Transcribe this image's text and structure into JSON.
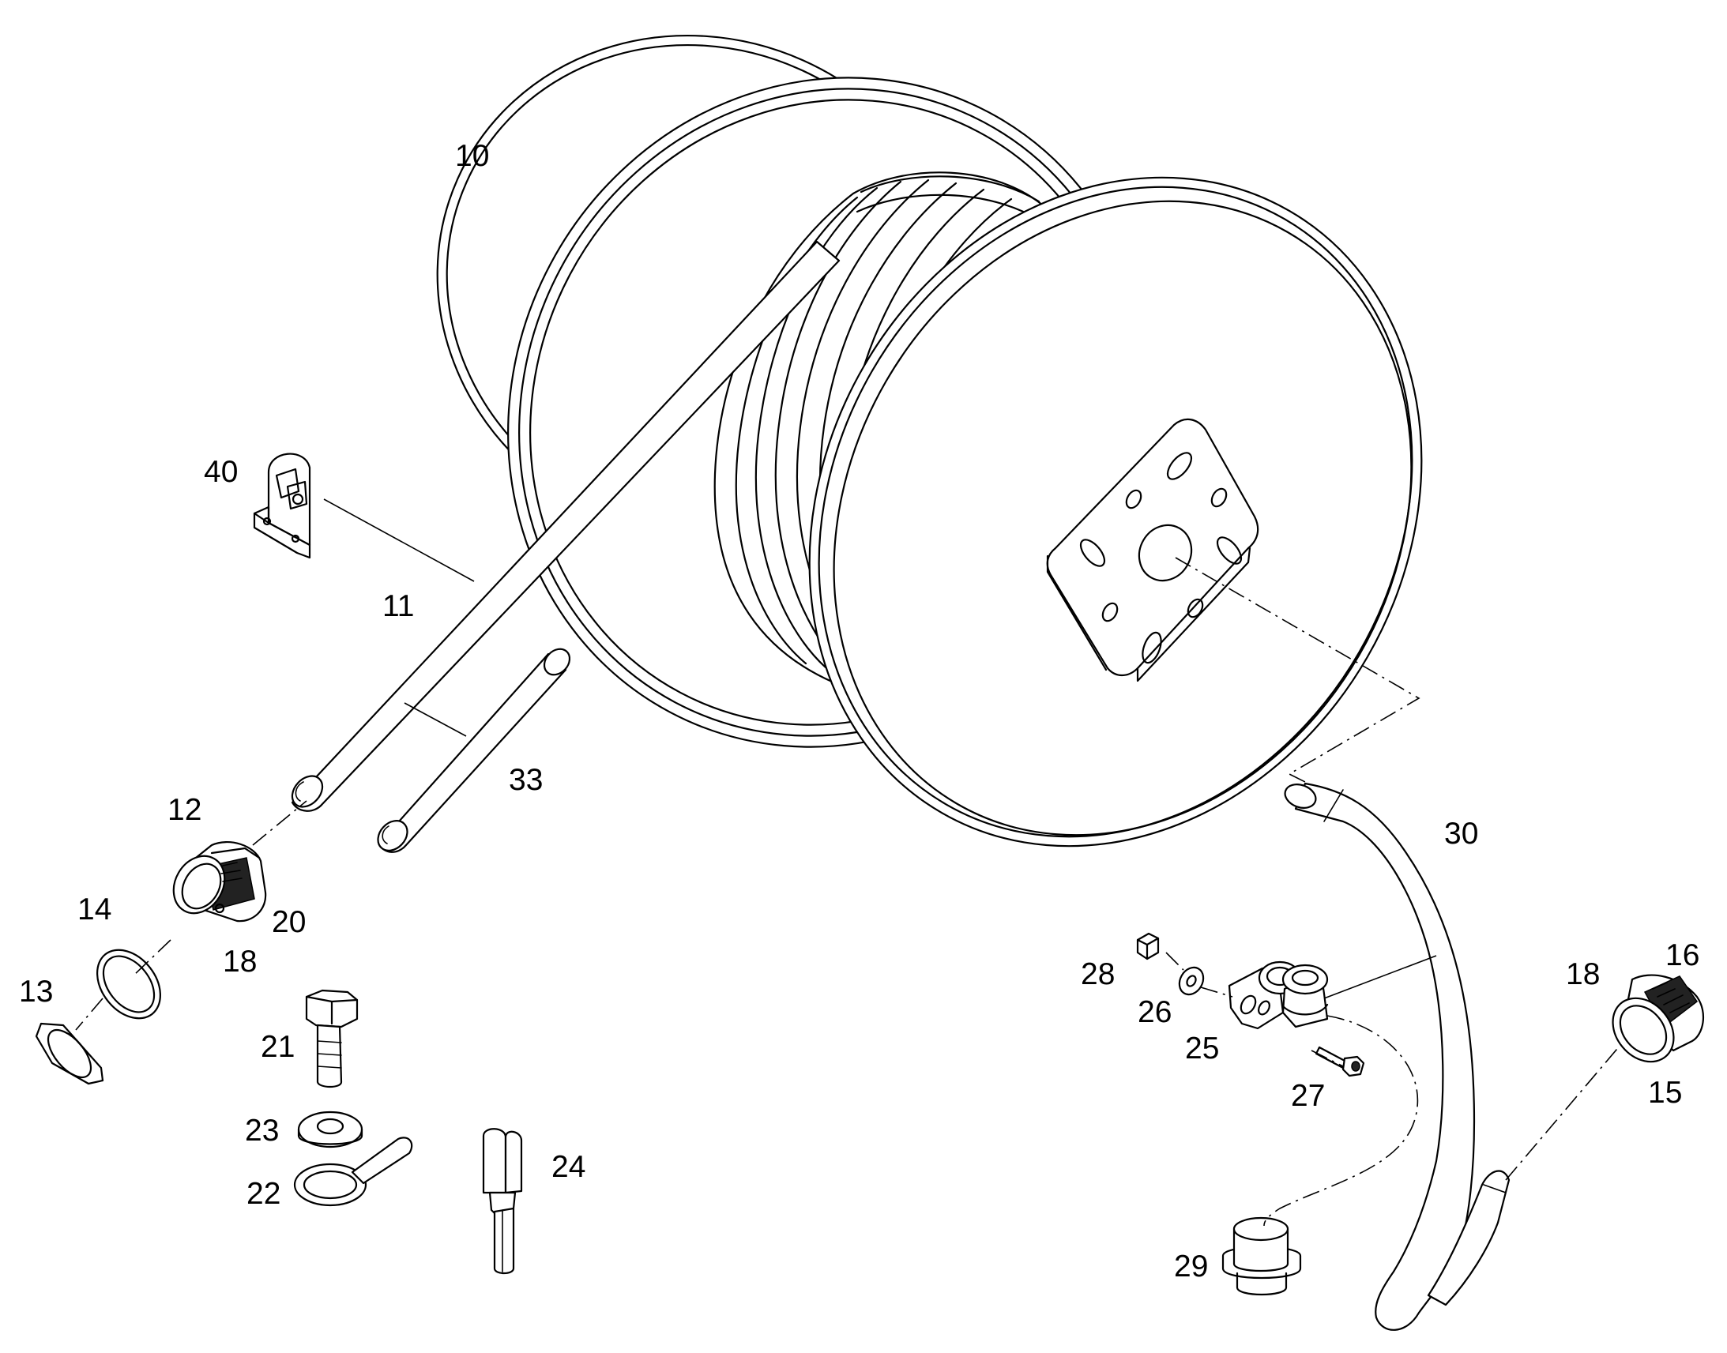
{
  "labels": {
    "p10": "10",
    "p11": "11",
    "p12": "12",
    "p13": "13",
    "p14": "14",
    "p15": "15",
    "p16": "16",
    "p18a": "18",
    "p18b": "18",
    "p20": "20",
    "p21": "21",
    "p22": "22",
    "p23": "23",
    "p24": "24",
    "p25": "25",
    "p26": "26",
    "p27": "27",
    "p28": "28",
    "p29": "29",
    "p30": "30",
    "p33": "33",
    "p40": "40"
  }
}
